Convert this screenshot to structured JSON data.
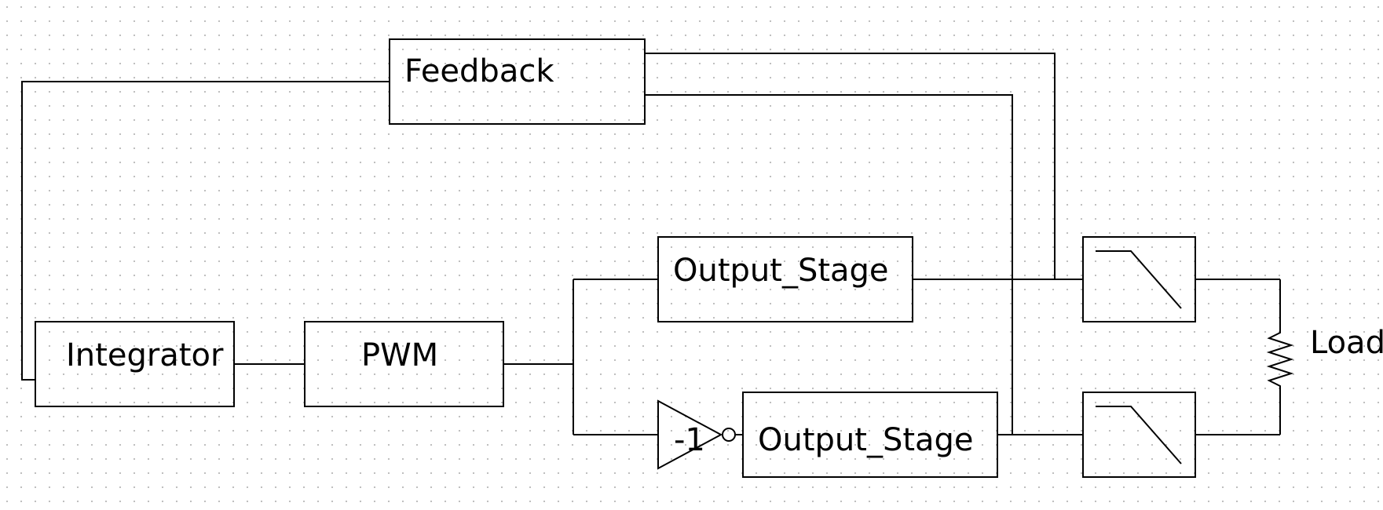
{
  "blocks": {
    "feedback": "Feedback",
    "integrator": "Integrator",
    "pwm": "PWM",
    "output_stage_top": "Output_Stage",
    "output_stage_bottom": "Output_Stage",
    "inverter": "-1",
    "load": "Load"
  },
  "filters": {
    "top_icon": "lowpass-filter-icon",
    "bottom_icon": "lowpass-filter-icon"
  },
  "icons": {
    "resistor": "resistor-icon",
    "inverter": "inverter-triangle-icon"
  },
  "colors": {
    "line": "#000000",
    "background": "#ffffff",
    "grid": "#b8b8b8"
  }
}
